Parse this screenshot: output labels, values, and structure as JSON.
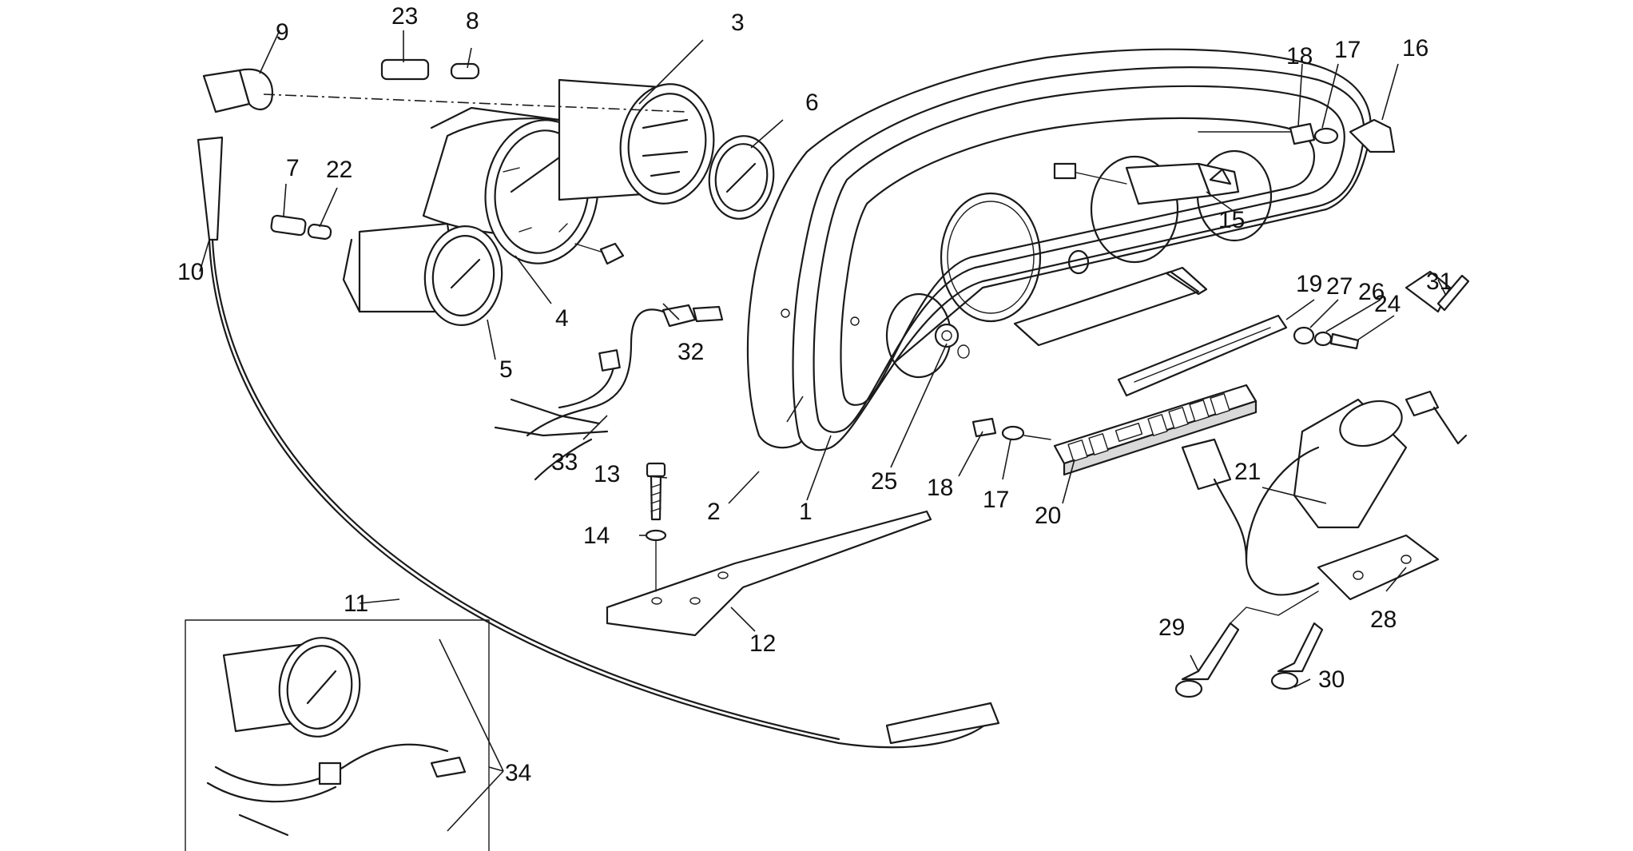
{
  "diagram": {
    "callouts": [
      {
        "id": "1",
        "text": "1"
      },
      {
        "id": "2",
        "text": "2"
      },
      {
        "id": "3",
        "text": "3"
      },
      {
        "id": "4",
        "text": "4"
      },
      {
        "id": "5",
        "text": "5"
      },
      {
        "id": "6",
        "text": "6"
      },
      {
        "id": "7",
        "text": "7"
      },
      {
        "id": "8",
        "text": "8"
      },
      {
        "id": "9",
        "text": "9"
      },
      {
        "id": "10",
        "text": "10"
      },
      {
        "id": "11",
        "text": "11"
      },
      {
        "id": "12",
        "text": "12"
      },
      {
        "id": "13",
        "text": "13"
      },
      {
        "id": "14",
        "text": "14"
      },
      {
        "id": "15",
        "text": "15"
      },
      {
        "id": "16",
        "text": "16"
      },
      {
        "id": "17a",
        "text": "17"
      },
      {
        "id": "17b",
        "text": "17"
      },
      {
        "id": "18a",
        "text": "18"
      },
      {
        "id": "18b",
        "text": "18"
      },
      {
        "id": "19",
        "text": "19"
      },
      {
        "id": "20",
        "text": "20"
      },
      {
        "id": "21",
        "text": "21"
      },
      {
        "id": "22",
        "text": "22"
      },
      {
        "id": "23",
        "text": "23"
      },
      {
        "id": "24",
        "text": "24"
      },
      {
        "id": "25",
        "text": "25"
      },
      {
        "id": "26",
        "text": "26"
      },
      {
        "id": "27",
        "text": "27"
      },
      {
        "id": "28",
        "text": "28"
      },
      {
        "id": "29",
        "text": "29"
      },
      {
        "id": "30",
        "text": "30"
      },
      {
        "id": "31",
        "text": "31"
      },
      {
        "id": "32",
        "text": "32"
      },
      {
        "id": "33",
        "text": "33"
      },
      {
        "id": "34",
        "text": "34"
      }
    ]
  }
}
